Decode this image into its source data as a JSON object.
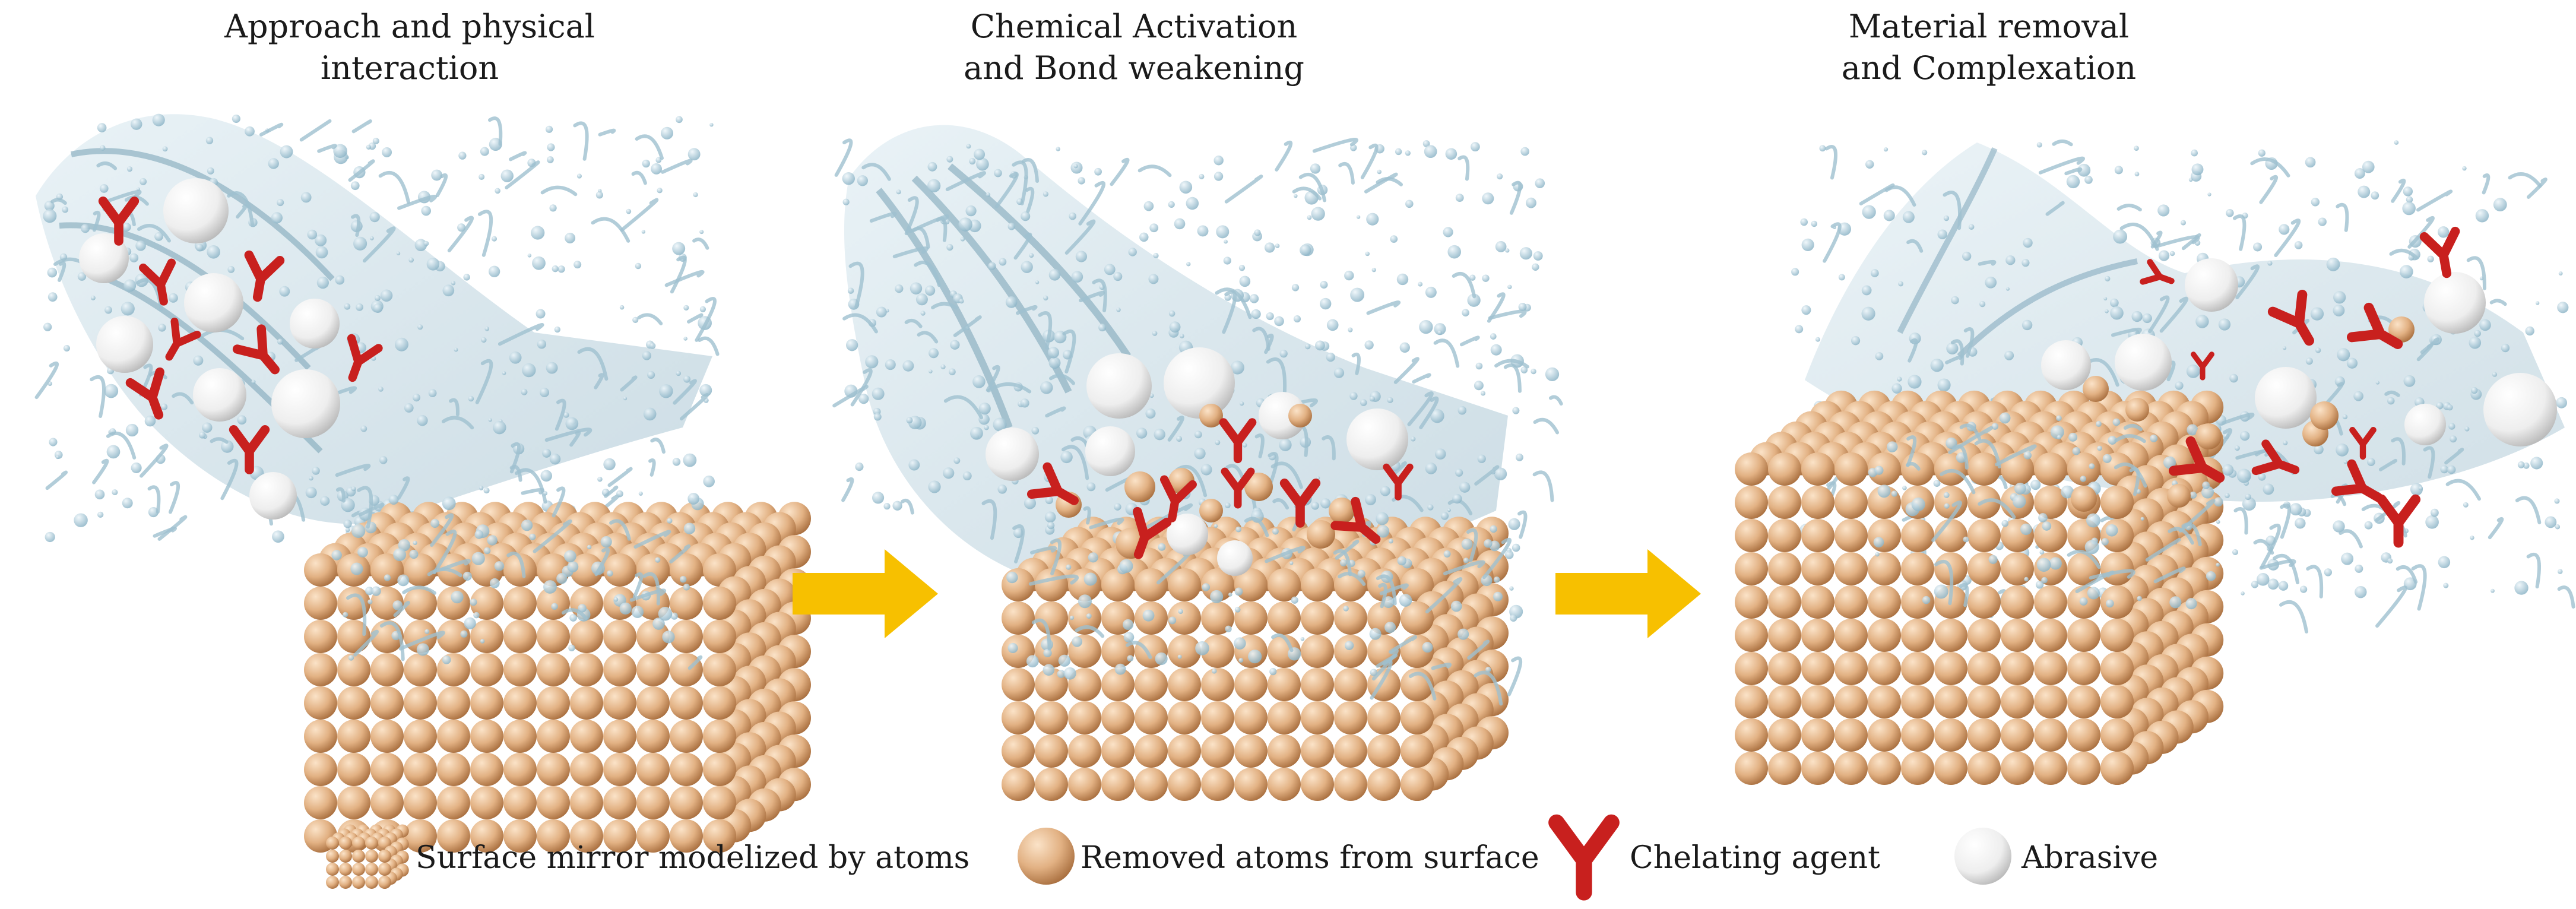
{
  "stages": [
    {
      "line1": "Approach and physical",
      "line2": "interaction"
    },
    {
      "line1": "Chemical Activation",
      "line2": "and Bond weakening"
    },
    {
      "line1": "Material removal",
      "line2": "and Complexation"
    }
  ],
  "legend": {
    "surface": "Surface mirror modelized by atoms",
    "removed": "Removed atoms from surface",
    "chelating": "Chelating agent",
    "abrasive": "Abrasive"
  },
  "colors": {
    "atom": "#e2b183",
    "atom_shade": "#b97e4c",
    "water": "#a9c8d6",
    "abrasive": "#f2f2f2",
    "chelating": "#c8201e",
    "arrow": "#f7c000"
  }
}
